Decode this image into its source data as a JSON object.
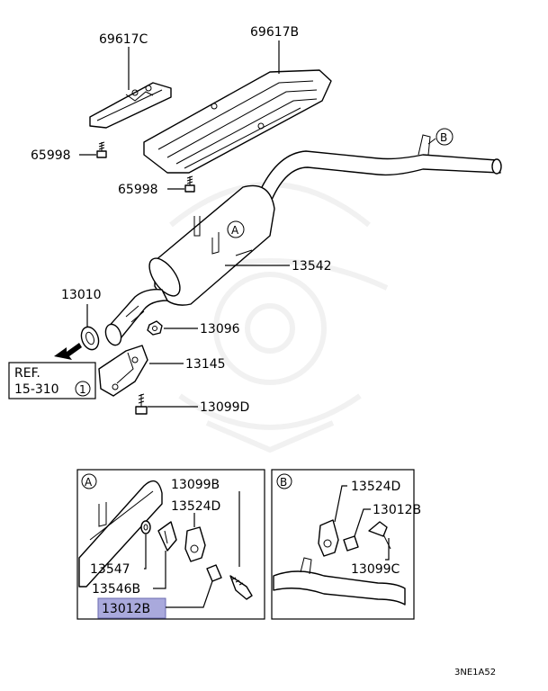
{
  "callouts": {
    "c69617C": "69617C",
    "c69617B": "69617B",
    "c65998a": "65998",
    "c65998b": "65998",
    "c13542": "13542",
    "c13010": "13010",
    "c13096": "13096",
    "c13145": "13145",
    "c13099D": "13099D"
  },
  "ref_box": {
    "line1": "REF.",
    "line2": "15-310",
    "circle": "1"
  },
  "markers": {
    "A": "A",
    "B": "B"
  },
  "detail_a": {
    "title": "A",
    "c13099B": "13099B",
    "c13524D": "13524D",
    "c13547": "13547",
    "c13546B": "13546B",
    "c13012B": "13012B"
  },
  "detail_b": {
    "title": "B",
    "c13524D": "13524D",
    "c13012B": "13012B",
    "c13099C": "13099C"
  },
  "diagram_code": "3NE1A52",
  "colors": {
    "highlight": "#a9a9dc",
    "ink": "#000000"
  }
}
